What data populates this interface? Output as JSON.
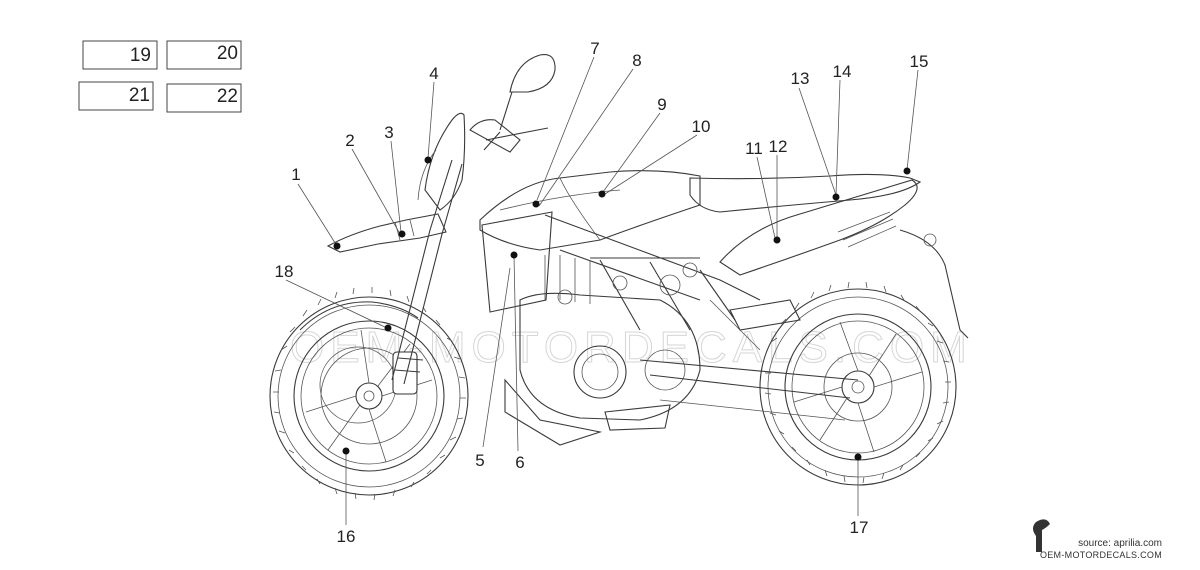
{
  "boxes": [
    {
      "id": "19",
      "label": "19"
    },
    {
      "id": "20",
      "label": "20"
    },
    {
      "id": "21",
      "label": "21"
    },
    {
      "id": "22",
      "label": "22"
    }
  ],
  "callouts": [
    "1",
    "2",
    "3",
    "4",
    "5",
    "6",
    "7",
    "8",
    "9",
    "10",
    "11",
    "12",
    "13",
    "14",
    "15",
    "16",
    "17",
    "18"
  ],
  "watermark": "OEM-MOTORDECALS.COM",
  "credit": {
    "source": "source: aprilia.com",
    "site": "OEM-MOTORDECALS.COM"
  }
}
